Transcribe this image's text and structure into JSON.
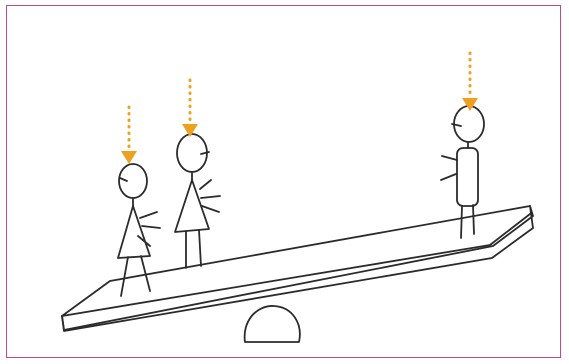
{
  "colors": {
    "frame_border": "#c24a88",
    "ink": "#2b2b2b",
    "force_arrow": "#f0a020",
    "background": "#ffffff"
  },
  "figures": [
    {
      "name": "figure-left",
      "clothing": "dress"
    },
    {
      "name": "figure-middle",
      "clothing": "dress"
    },
    {
      "name": "figure-right",
      "clothing": "body-rectangle"
    }
  ],
  "force_arrows": [
    {
      "target": "figure-left",
      "icon": "down-arrow-icon"
    },
    {
      "target": "figure-middle",
      "icon": "down-arrow-icon"
    },
    {
      "target": "figure-right",
      "icon": "down-arrow-icon"
    }
  ]
}
